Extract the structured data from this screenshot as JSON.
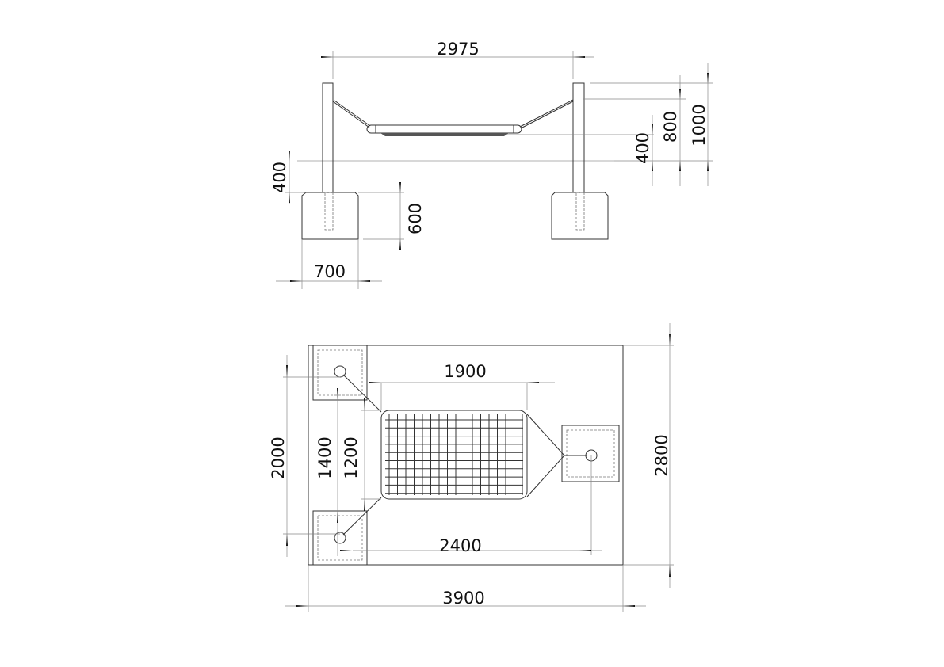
{
  "drawing": {
    "elevation_dimensions": {
      "span": "2975",
      "total_height": "1000",
      "rope_anchor_height": "800",
      "bed_height": "400",
      "embedment_depth": "400",
      "base_height": "600",
      "base_width": "700"
    },
    "plan_dimensions": {
      "bed_length": "1900",
      "anchor_spacing_length": "2400",
      "overall_length": "3900",
      "overall_width": "2800",
      "anchor_spacing_width": "2000",
      "rope_spread": "1400",
      "bed_width": "1200"
    }
  }
}
